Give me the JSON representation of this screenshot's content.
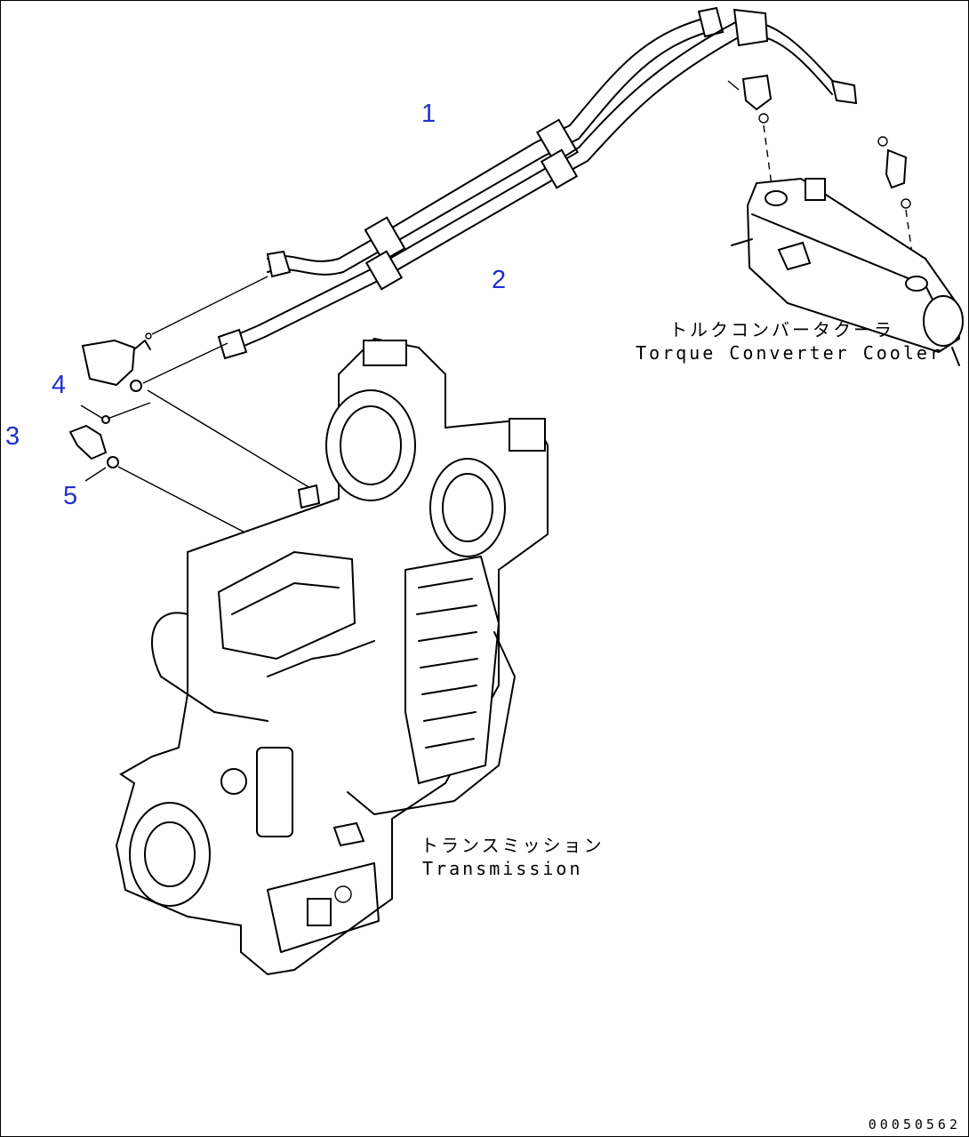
{
  "callouts": {
    "c1": "1",
    "c2": "2",
    "c3": "3",
    "c4": "4",
    "c5": "5"
  },
  "labels": {
    "cooler_ja": "トルクコンバータクーラ",
    "cooler_en": "Torque Converter Cooler",
    "transmission_ja": "トランスミッション",
    "transmission_en": "Transmission"
  },
  "drawing_code": "00050562",
  "colors": {
    "callout": "#1f2fd0",
    "line": "#000000",
    "background": "#ffffff"
  }
}
